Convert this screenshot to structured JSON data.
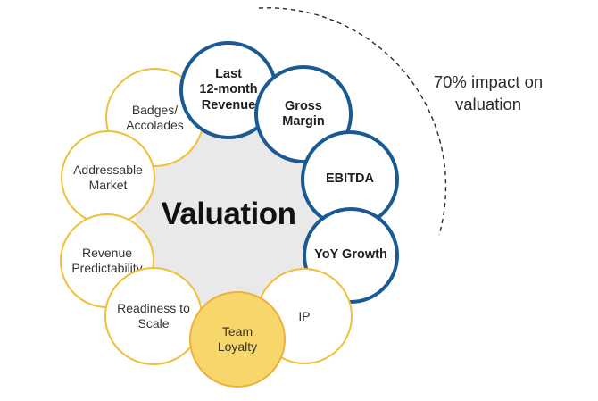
{
  "diagram": {
    "center_label": "Valuation",
    "annotation": "70% impact on\nvaluation",
    "factors": [
      {
        "id": "badges-accolades",
        "label": "Badges/\nAccolades",
        "style": "outline-yellow"
      },
      {
        "id": "addressable-market",
        "label": "Addressable\nMarket",
        "style": "outline-yellow"
      },
      {
        "id": "revenue-predictability",
        "label": "Revenue\nPredictability",
        "style": "outline-yellow"
      },
      {
        "id": "readiness-to-scale",
        "label": "Readiness to\nScale",
        "style": "outline-yellow"
      },
      {
        "id": "last-12-month-revenue",
        "label": "Last\n12-month\nRevenue",
        "style": "outline-blue"
      },
      {
        "id": "gross-margin",
        "label": "Gross\nMargin",
        "style": "outline-blue"
      },
      {
        "id": "ebitda",
        "label": "EBITDA",
        "style": "outline-blue"
      },
      {
        "id": "yoy-growth",
        "label": "YoY Growth",
        "style": "outline-blue"
      },
      {
        "id": "ip",
        "label": "IP",
        "style": "outline-yellow"
      },
      {
        "id": "team-loyalty",
        "label": "Team\nLoyalty",
        "style": "filled-yellow"
      }
    ],
    "colors": {
      "blue": "#1a5a93",
      "yellow": "#efbf3a",
      "team_fill": "#f8d76a",
      "team_border": "#efaf40",
      "gray": "#e9e9e9",
      "text_dark": "#1f1f1f",
      "text_regular": "#333333",
      "arc": "#2b2b2b"
    }
  }
}
